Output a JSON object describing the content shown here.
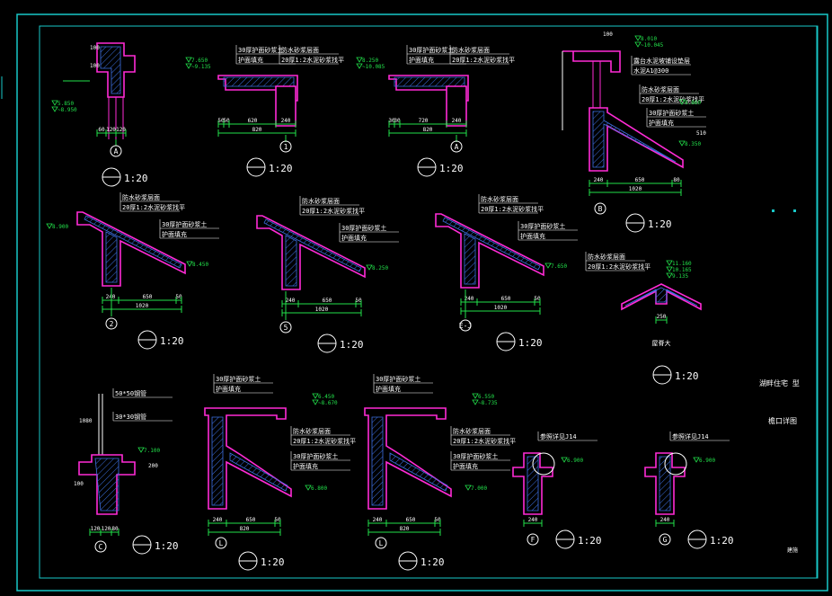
{
  "colors": {
    "background": "#000000",
    "frame": "#19c8c8",
    "wall": "#ff2bd6",
    "hatch": "#3c6fe0",
    "dimension": "#22e04a",
    "text": "#ffffff",
    "annotation": "#f0f000"
  },
  "details": [
    {
      "id": "d1",
      "grid_letter": "A",
      "scale_label": "1:20",
      "dims_bottom": [
        "60",
        "120",
        "120"
      ],
      "dims_side": [
        "100",
        "100"
      ],
      "levels": [
        "5.850",
        "~8.950"
      ]
    },
    {
      "id": "d1b",
      "grid_letter": "1",
      "scale_label": "1:20",
      "notes": [
        "30厚护面砂浆土",
        "防水砂浆层面",
        "20厚1:2水泥砂浆找平",
        "护面填充"
      ],
      "dims_bottom": [
        "50",
        "50",
        "620",
        "240",
        "820"
      ],
      "levels": [
        "7.650",
        "~9.135"
      ]
    },
    {
      "id": "d1c",
      "grid_letter": "A",
      "scale_label": "1:20",
      "notes": [
        "30厚护面砂浆土",
        "防水砂浆层面",
        "20厚1:2水泥砂浆找平",
        "护面填充"
      ],
      "dims_bottom": [
        "30",
        "30",
        "720",
        "240",
        "820"
      ],
      "levels": [
        "8.250",
        "~10.085"
      ]
    },
    {
      "id": "d2",
      "grid_letter": "B",
      "scale_label": "1:20",
      "notes": [
        "露台水泥坡铺设垫层",
        "水泥A1@300",
        "防水砂浆层面",
        "20厚1:2水泥砂浆找平",
        "30厚护面砂浆土",
        "护面填充"
      ],
      "dims_bottom": [
        "240",
        "650",
        "80",
        "1020"
      ],
      "dims_side": [
        "100",
        "510"
      ],
      "levels": [
        "8.010",
        "~10.045",
        "8.860",
        "8.350"
      ]
    },
    {
      "id": "d3",
      "grid_letter": "2",
      "scale_label": "1:20",
      "notes": [
        "防水砂浆层面",
        "20厚1:2水泥砂浆找平",
        "30厚护面砂浆土",
        "护面填充"
      ],
      "dims_bottom": [
        "240",
        "650",
        "50",
        "1020"
      ],
      "levels": [
        "8.900",
        "8.450"
      ]
    },
    {
      "id": "d4",
      "grid_letter": "5",
      "scale_label": "1:20",
      "notes": [
        "防水砂浆层面",
        "20厚1:2水泥砂浆找平",
        "30厚护面砂浆土",
        "护面填充"
      ],
      "dims_bottom": [
        "240",
        "650",
        "50",
        "1020"
      ],
      "levels": [
        "8.250"
      ]
    },
    {
      "id": "d5",
      "grid_letter": "E-J",
      "scale_label": "1:20",
      "notes": [
        "防水砂浆层面",
        "20厚1:2水泥砂浆找平",
        "30厚护面砂浆土",
        "护面填充"
      ],
      "dims_bottom": [
        "240",
        "650",
        "50",
        "1020"
      ],
      "levels": [
        "7.650"
      ]
    },
    {
      "id": "d6",
      "grid_letter": "",
      "scale_label": "1:20",
      "caption": "屋脊大",
      "notes": [
        "防水砂浆层面",
        "20厚1:2水泥砂浆找平"
      ],
      "dims_bottom": [
        "250"
      ],
      "levels": [
        "11.160",
        "10.165",
        "9.135"
      ]
    },
    {
      "id": "d7",
      "grid_letter": "C",
      "scale_label": "1:20",
      "notes": [
        "50*50钢管",
        "30*30钢管"
      ],
      "dims_bottom": [
        "120",
        "120",
        "80"
      ],
      "dims_side": [
        "1080",
        "200",
        "100"
      ],
      "levels": [
        "7.100"
      ]
    },
    {
      "id": "d8",
      "grid_letter": "L",
      "scale_label": "1:20",
      "notes": [
        "30厚护面砂浆土",
        "护面填充",
        "防水砂浆层面",
        "20厚1:2水泥砂浆找平",
        "30厚护面砂浆土",
        "护面填充"
      ],
      "dims_bottom": [
        "240",
        "650",
        "50",
        "820"
      ],
      "levels": [
        "6.450",
        "~8.670",
        "6.800"
      ]
    },
    {
      "id": "d9",
      "grid_letter": "L",
      "scale_label": "1:20",
      "notes": [
        "30厚护面砂浆土",
        "护面填充",
        "防水砂浆层面",
        "20厚1:2水泥砂浆找平",
        "30厚护面砂浆土",
        "护面填充"
      ],
      "dims_bottom": [
        "240",
        "650",
        "50",
        "820"
      ],
      "levels": [
        "6.550",
        "~8.735",
        "7.000"
      ]
    },
    {
      "id": "d10",
      "grid_letter": "F",
      "scale_label": "1:20",
      "notes": [
        "参照详见J14"
      ],
      "dims_bottom": [
        "240"
      ],
      "levels": [
        "6.900"
      ]
    },
    {
      "id": "d11",
      "grid_letter": "G",
      "scale_label": "1:20",
      "notes": [
        "参照详见J14"
      ],
      "dims_bottom": [
        "240"
      ],
      "levels": [
        "6.900"
      ]
    }
  ],
  "title_block": {
    "project_name": "湖畔住宅  型",
    "sheet_title": "檐口详图",
    "page_no": "建施"
  }
}
